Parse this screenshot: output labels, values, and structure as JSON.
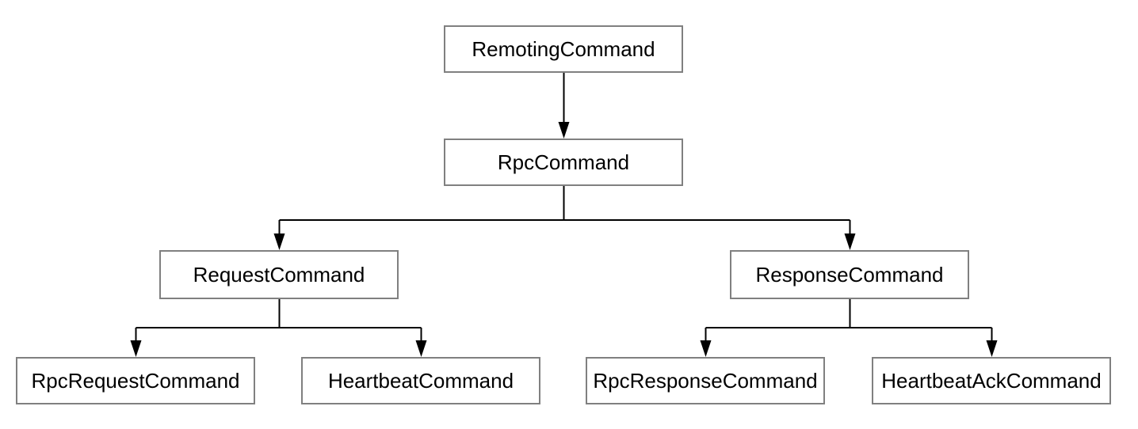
{
  "diagram": {
    "nodes": [
      {
        "id": "remoting-command",
        "label": "RemotingCommand"
      },
      {
        "id": "rpc-command",
        "label": "RpcCommand"
      },
      {
        "id": "request-command",
        "label": "RequestCommand"
      },
      {
        "id": "response-command",
        "label": "ResponseCommand"
      },
      {
        "id": "rpc-request-command",
        "label": "RpcRequestCommand"
      },
      {
        "id": "heartbeat-command",
        "label": "HeartbeatCommand"
      },
      {
        "id": "rpc-response-command",
        "label": "RpcResponseCommand"
      },
      {
        "id": "heartbeat-ack-command",
        "label": "HeartbeatAckCommand"
      }
    ],
    "edges": [
      {
        "from": "RemotingCommand",
        "to": "RpcCommand"
      },
      {
        "from": "RpcCommand",
        "to": "RequestCommand"
      },
      {
        "from": "RpcCommand",
        "to": "ResponseCommand"
      },
      {
        "from": "RequestCommand",
        "to": "RpcRequestCommand"
      },
      {
        "from": "RequestCommand",
        "to": "HeartbeatCommand"
      },
      {
        "from": "ResponseCommand",
        "to": "RpcResponseCommand"
      },
      {
        "from": "ResponseCommand",
        "to": "HeartbeatAckCommand"
      }
    ],
    "colors": {
      "node_border": "#808080",
      "node_fill": "#ffffff",
      "edge": "#000000",
      "text": "#000000",
      "background": "#ffffff"
    }
  }
}
